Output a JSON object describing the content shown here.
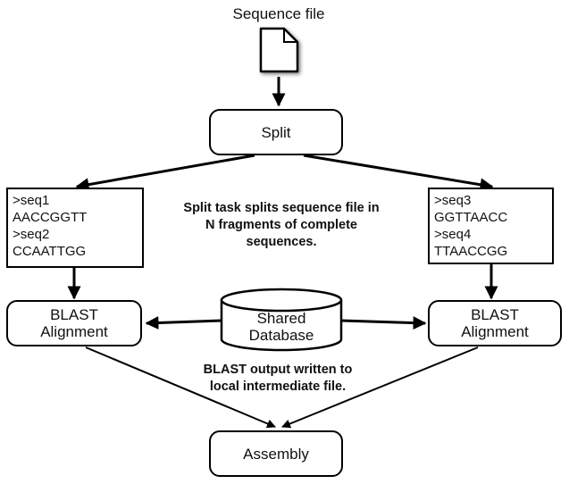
{
  "input_label": "Sequence file",
  "split_label": "Split",
  "left_sequences": [
    ">seq1",
    "AACCGGTT",
    ">seq2",
    "CCAATTGG"
  ],
  "right_sequences": [
    ">seq3",
    "GGTTAACC",
    ">seq4",
    "TTAACCGG"
  ],
  "split_note": "Split task splits sequence file in\nN fragments of complete\nsequences.",
  "blast_left_label": "BLAST\nAlignment",
  "blast_right_label": "BLAST\nAlignment",
  "database_label": "Shared\nDatabase",
  "output_note": "BLAST output written to\nlocal intermediate file.",
  "assembly_label": "Assembly",
  "colors": {
    "stroke": "#000000",
    "fill": "#ffffff"
  },
  "icons": {
    "input": "document-icon",
    "database": "database-cylinder-icon"
  }
}
